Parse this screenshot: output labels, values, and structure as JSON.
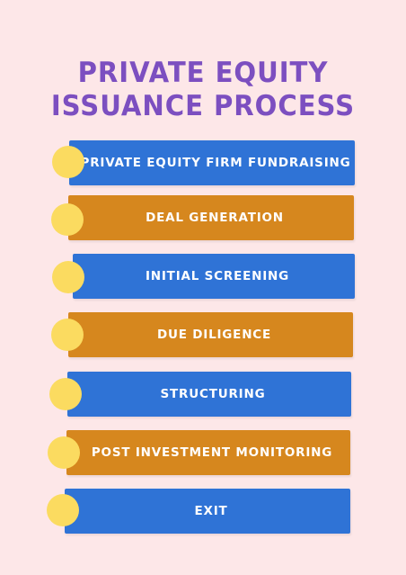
{
  "title": {
    "line1": "PRIVATE EQUITY",
    "line2": "ISSUANCE PROCESS"
  },
  "steps": [
    {
      "label": "PRIVATE EQUITY FIRM FUNDRAISING",
      "color": "#2f73d6"
    },
    {
      "label": "DEAL GENERATION",
      "color": "#d6871e"
    },
    {
      "label": "INITIAL SCREENING",
      "color": "#2f73d6"
    },
    {
      "label": "DUE DILIGENCE",
      "color": "#d6871e"
    },
    {
      "label": "STRUCTURING",
      "color": "#2f73d6"
    },
    {
      "label": "POST INVESTMENT MONITORING",
      "color": "#d6871e"
    },
    {
      "label": "EXIT",
      "color": "#2f73d6"
    }
  ],
  "colors": {
    "background": "#fde7e8",
    "title": "#7c4fc0",
    "dot": "#fbdb60"
  }
}
